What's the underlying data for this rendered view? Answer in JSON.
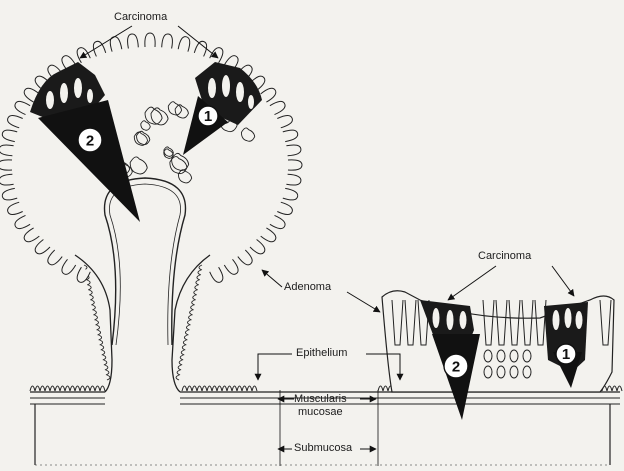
{
  "labels": {
    "carcinoma_top": "Carcinoma",
    "carcinoma_right": "Carcinoma",
    "adenoma": "Adenoma",
    "epithelium": "Epithelium",
    "muscularis_line1": "Muscularis",
    "muscularis_line2": "mucosae",
    "submucosa": "Submucosa"
  },
  "markers": {
    "left_polyp_left": "2",
    "left_polyp_right": "1",
    "right_polyp_left": "2",
    "right_polyp_right": "1"
  }
}
